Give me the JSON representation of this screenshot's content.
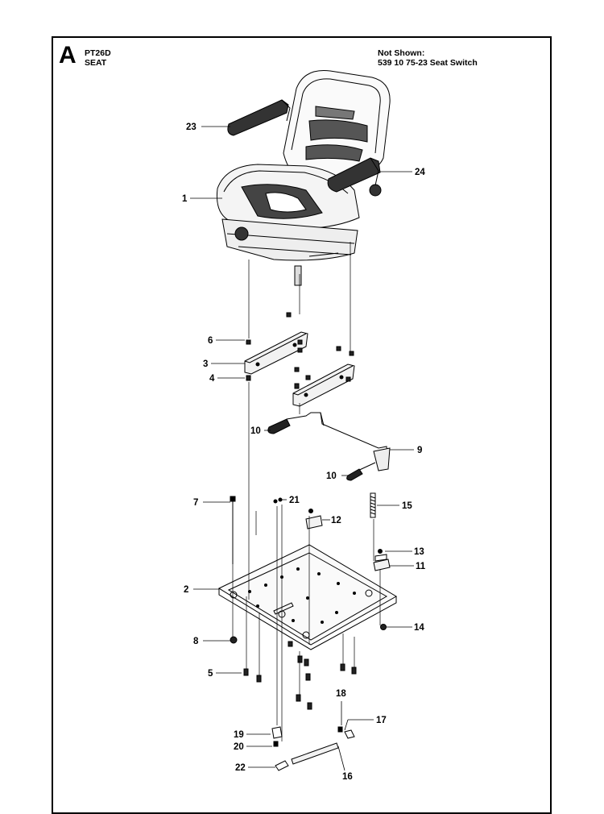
{
  "header": {
    "section_letter": "A",
    "model": "PT26D",
    "group": "SEAT"
  },
  "not_shown": {
    "title": "Not Shown:",
    "item": "539 10 75-23 Seat Switch"
  },
  "callouts": {
    "c1": "1",
    "c2": "2",
    "c3": "3",
    "c4": "4",
    "c5": "5",
    "c6": "6",
    "c7": "7",
    "c8": "8",
    "c9": "9",
    "c10a": "10",
    "c10b": "10",
    "c11": "11",
    "c12": "12",
    "c13": "13",
    "c14": "14",
    "c15": "15",
    "c16": "16",
    "c17": "17",
    "c18": "18",
    "c19": "19",
    "c20": "20",
    "c21": "21",
    "c22": "22",
    "c23": "23",
    "c24": "24"
  }
}
